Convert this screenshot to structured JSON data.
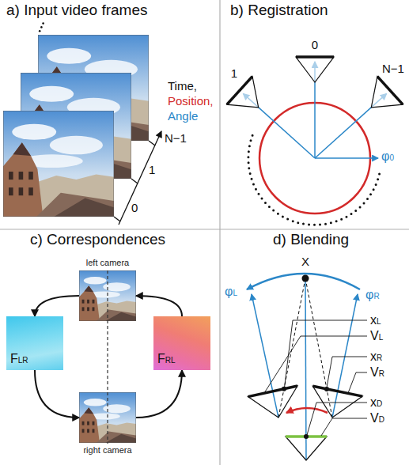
{
  "diagram": {
    "nodes": [
      {
        "text": [
          "left camera"
        ]
      },
      {
        "text": [
          "FLR"
        ]
      },
      {
        "text": [
          "FRL"
        ]
      },
      {
        "text": [
          "right camera"
        ]
      }
    ],
    "edges": [
      {
        "from": 0,
        "to": 1,
        "arrow": "to"
      },
      {
        "from": 1,
        "to": 3,
        "arrow": "to"
      },
      {
        "from": 3,
        "to": 2,
        "arrow": "to"
      },
      {
        "from": 2,
        "to": 0,
        "arrow": "to"
      }
    ],
    "labels": [
      "a) Input video frames",
      "b) Registration",
      "Time,",
      "Position,",
      "Angle",
      "0",
      "1",
      "N−1",
      "0",
      "1",
      "N−1",
      "φ0",
      "c) Correspondences",
      "d) Blending",
      "X",
      "φL",
      "φR",
      "xL",
      "VL",
      "xR",
      "VR",
      "xD",
      "VD"
    ]
  }
}
